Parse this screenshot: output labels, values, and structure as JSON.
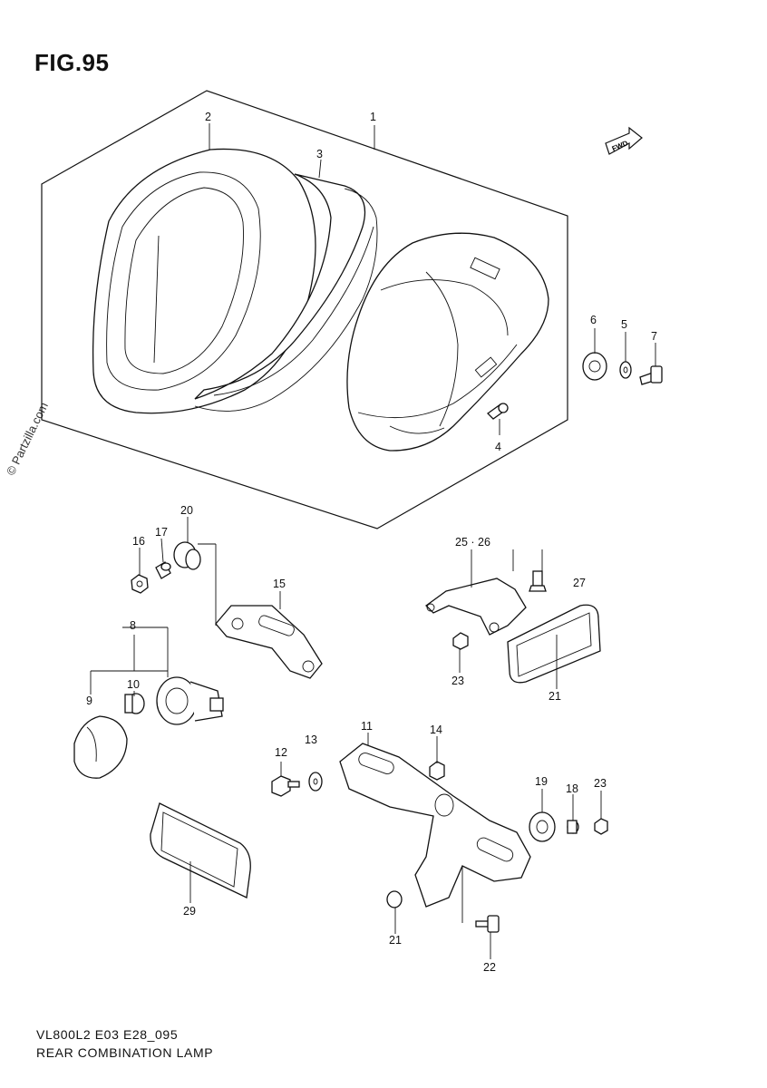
{
  "header": {
    "figure_label": "FIG.95"
  },
  "footer": {
    "diagram_code": "VL800L2 E03 E28_095",
    "assembly_name": "REAR COMBINATION LAMP"
  },
  "watermark": "© Partzilla.com",
  "direction_badge": {
    "label": "FWD",
    "icon": "forward-arrow-icon"
  },
  "callouts": [
    {
      "id": "c1",
      "label": "1"
    },
    {
      "id": "c2",
      "label": "2"
    },
    {
      "id": "c3",
      "label": "3"
    },
    {
      "id": "c4",
      "label": "4"
    },
    {
      "id": "c5",
      "label": "5"
    },
    {
      "id": "c6",
      "label": "6"
    },
    {
      "id": "c7",
      "label": "7"
    },
    {
      "id": "c8",
      "label": "8"
    },
    {
      "id": "c9",
      "label": "9"
    },
    {
      "id": "c10",
      "label": "10"
    },
    {
      "id": "c11",
      "label": "11"
    },
    {
      "id": "c12",
      "label": "12"
    },
    {
      "id": "c13",
      "label": "13"
    },
    {
      "id": "c14",
      "label": "14"
    },
    {
      "id": "c15",
      "label": "15"
    },
    {
      "id": "c16",
      "label": "16"
    },
    {
      "id": "c17",
      "label": "17"
    },
    {
      "id": "c18",
      "label": "18"
    },
    {
      "id": "c19",
      "label": "19"
    },
    {
      "id": "c20",
      "label": "20"
    },
    {
      "id": "c21a",
      "label": "21"
    },
    {
      "id": "c21b",
      "label": "21"
    },
    {
      "id": "c22",
      "label": "22"
    },
    {
      "id": "c23a",
      "label": "23"
    },
    {
      "id": "c23b",
      "label": "23"
    },
    {
      "id": "c25",
      "label": "25 · 26"
    },
    {
      "id": "c27",
      "label": "27"
    },
    {
      "id": "c29",
      "label": "29"
    }
  ]
}
